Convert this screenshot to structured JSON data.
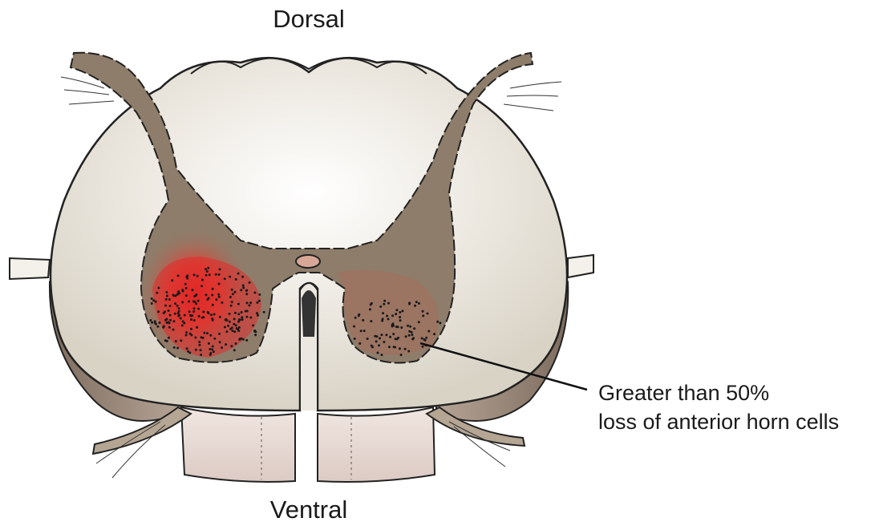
{
  "labels": {
    "dorsal": "Dorsal",
    "ventral": "Ventral",
    "annotation_line1": "Greater than 50%",
    "annotation_line2": "loss of anterior horn cells"
  },
  "colors": {
    "gray_matter": "#8e7d6a",
    "white_matter": "#ece8e0",
    "lesion_red": "#e22a2a",
    "cut_face": "#e9dcd6",
    "outline": "#222222"
  }
}
